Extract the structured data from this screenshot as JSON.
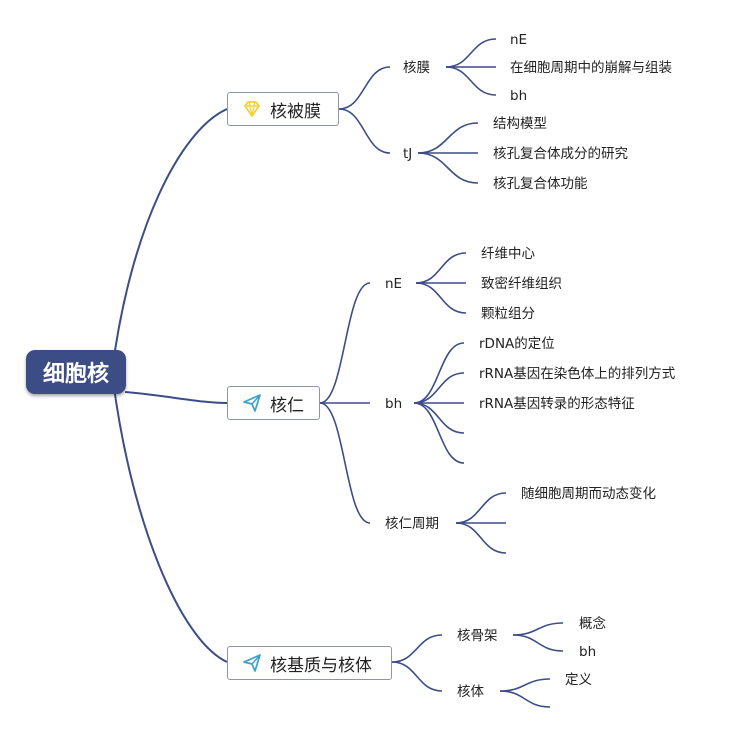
{
  "root": {
    "label": "细胞核"
  },
  "branches": {
    "envelope": {
      "label": "核被膜",
      "icon": "diamond-icon",
      "nuclear_membrane": {
        "label": "核膜",
        "leaves": [
          "nE",
          "在细胞周期中的崩解与组装",
          "bh"
        ]
      },
      "tj": {
        "label": "tJ",
        "leaves": [
          "结构模型",
          "核孔复合体成分的研究",
          "核孔复合体功能"
        ]
      }
    },
    "nucleolus": {
      "label": "核仁",
      "icon": "paper-plane-icon",
      "ne": {
        "label": "nE",
        "leaves": [
          "纤维中心",
          "致密纤维组织",
          "颗粒组分"
        ]
      },
      "bh": {
        "label": "bh",
        "leaves": [
          "rDNA的定位",
          "rRNA基因在染色体上的排列方式",
          "rRNA基因转录的形态特征"
        ]
      },
      "cycle": {
        "label": "核仁周期",
        "leaves": [
          "随细胞周期而动态变化"
        ]
      }
    },
    "matrix": {
      "label": "核基质与核体",
      "icon": "paper-plane-icon",
      "skeleton": {
        "label": "核骨架",
        "leaves": [
          "概念",
          "bh"
        ]
      },
      "body": {
        "label": "核体",
        "leaves": [
          "定义"
        ]
      }
    }
  },
  "colors": {
    "line": "#3c4d86",
    "root_fill": "#3c4d86",
    "diamond": "#f2d22e",
    "plane": "#3aa3c9"
  }
}
